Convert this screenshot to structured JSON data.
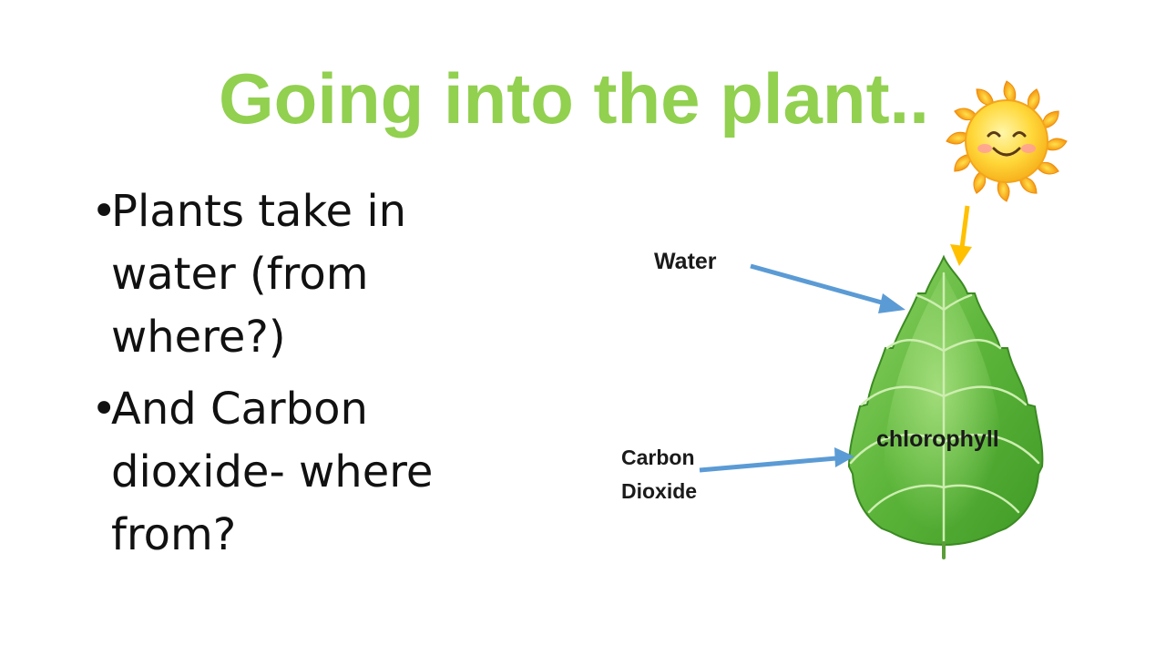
{
  "slide": {
    "title": "Going into the plant..",
    "bullets": [
      "Plants take in water (from where?)",
      "And Carbon dioxide- where from?"
    ]
  },
  "diagram": {
    "labels": {
      "water": "Water",
      "carbon_line1": "Carbon",
      "carbon_line2": "Dioxide",
      "chlorophyll": "chlorophyll"
    },
    "icons": {
      "sun": "smiling-sun-icon",
      "leaf": "green-leaf-illustration"
    },
    "colors": {
      "title": "#92d050",
      "input_arrows": "#5b9bd5",
      "sun_arrow": "#ffc000",
      "leaf": "#6cc04a"
    }
  }
}
